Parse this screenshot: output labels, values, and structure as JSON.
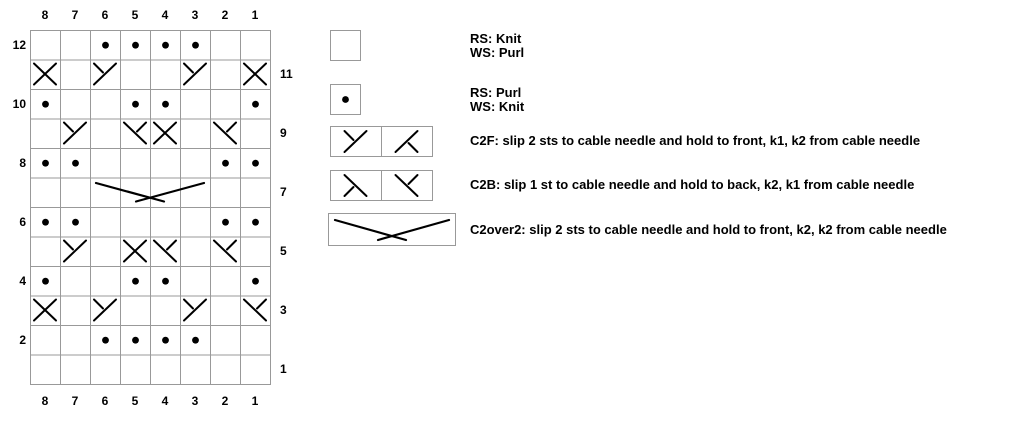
{
  "chart": {
    "columns_top": [
      "8",
      "7",
      "6",
      "5",
      "4",
      "3",
      "2",
      "1"
    ],
    "columns_bottom": [
      "8",
      "7",
      "6",
      "5",
      "4",
      "3",
      "2",
      "1"
    ],
    "left_row_labels": [
      "12",
      "10",
      "8",
      "6",
      "4",
      "2"
    ],
    "right_row_labels": [
      "11",
      "9",
      "7",
      "5",
      "3",
      "1"
    ],
    "symbol_key": {
      "b": "knit (blank)",
      "p": "purl (dot)",
      "cx": "cable cross",
      "cy": "cable front stroke with upper-left tick",
      "cyb": "cable front stroke with lower-right tick",
      "cbl": "cable back stroke with lower-left tick",
      "cd": "cable back stroke with upper-right tick",
      "w": "covered by c2over2 wide symbol"
    },
    "grid": [
      {
        "row": "12",
        "cells": [
          "b",
          "b",
          "p",
          "p",
          "p",
          "p",
          "b",
          "b"
        ]
      },
      {
        "row": "11",
        "cells": [
          "cx",
          "b",
          "cy",
          "b",
          "b",
          "cy",
          "b",
          "cx"
        ]
      },
      {
        "row": "10",
        "cells": [
          "p",
          "b",
          "b",
          "p",
          "p",
          "b",
          "b",
          "p"
        ]
      },
      {
        "row": "9",
        "cells": [
          "b",
          "cy",
          "b",
          "cd",
          "cx",
          "b",
          "cd",
          "b"
        ]
      },
      {
        "row": "8",
        "cells": [
          "p",
          "p",
          "b",
          "b",
          "b",
          "b",
          "p",
          "p"
        ]
      },
      {
        "row": "7",
        "cells": [
          "b",
          "b",
          "w",
          "w",
          "w",
          "w",
          "b",
          "b"
        ]
      },
      {
        "row": "6",
        "cells": [
          "p",
          "p",
          "b",
          "b",
          "b",
          "b",
          "p",
          "p"
        ]
      },
      {
        "row": "5",
        "cells": [
          "b",
          "cy",
          "b",
          "cx",
          "cd",
          "b",
          "cd",
          "b"
        ]
      },
      {
        "row": "4",
        "cells": [
          "p",
          "b",
          "b",
          "p",
          "p",
          "b",
          "b",
          "p"
        ]
      },
      {
        "row": "3",
        "cells": [
          "cx",
          "b",
          "cy",
          "b",
          "b",
          "cy",
          "b",
          "cd"
        ]
      },
      {
        "row": "2",
        "cells": [
          "b",
          "b",
          "p",
          "p",
          "p",
          "p",
          "b",
          "b"
        ]
      },
      {
        "row": "1",
        "cells": [
          "b",
          "b",
          "b",
          "b",
          "b",
          "b",
          "b",
          "b"
        ]
      }
    ],
    "wide_symbol": {
      "row": "7",
      "type": "c2over2",
      "start_col": "6",
      "end_col": "3"
    }
  },
  "legend": {
    "items": [
      {
        "symbol": "knit",
        "lines": [
          "RS: Knit",
          "WS: Purl"
        ]
      },
      {
        "symbol": "purl",
        "lines": [
          "RS: Purl",
          "WS: Knit"
        ]
      },
      {
        "symbol": "c2f",
        "lines": [
          "C2F: slip 2 sts to cable needle and hold to front, k1, k2 from cable needle"
        ]
      },
      {
        "symbol": "c2b",
        "lines": [
          "C2B: slip 1 st to cable needle and hold to back, k2, k1 from cable needle"
        ]
      },
      {
        "symbol": "c2over2",
        "lines": [
          "C2over2: slip 2 sts to cable needle and hold to front, k2, k2 from cable needle"
        ]
      }
    ]
  },
  "colors": {
    "background": "#ffffff",
    "grid_line": "#999999",
    "symbol": "#000000",
    "text": "#000000"
  }
}
